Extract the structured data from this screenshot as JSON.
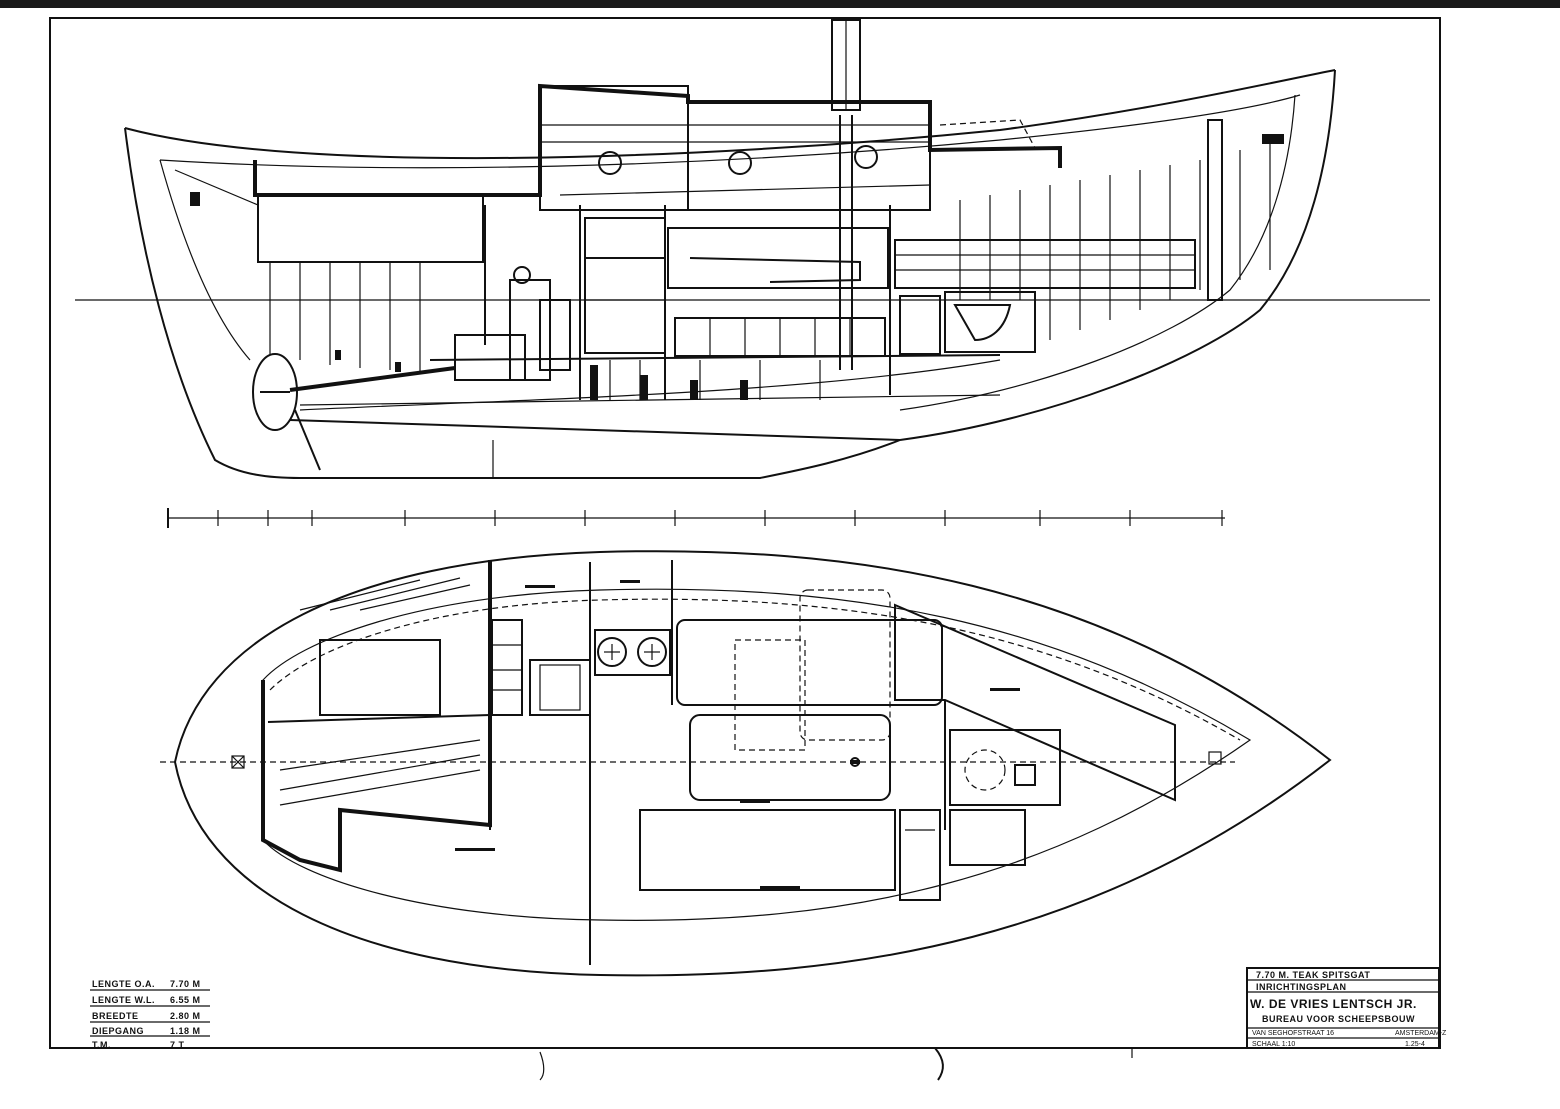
{
  "drawing": {
    "colors": {
      "ink": "#111111",
      "paper": "#ffffff",
      "frame": "#1a1a1a"
    }
  },
  "specs": [
    {
      "label": "LENGTE O.A.",
      "value": "7.70 M"
    },
    {
      "label": "LENGTE W.L.",
      "value": "6.55 M"
    },
    {
      "label": "BREEDTE",
      "value": "2.80 M"
    },
    {
      "label": "DIEPGANG",
      "value": "1.18 M"
    },
    {
      "label": "T.M.",
      "value": "7 T"
    }
  ],
  "title_block": {
    "vessel": "7.70 M. TEAK SPITSGAT",
    "plan_type": "INRICHTINGSPLAN",
    "designer": "W. DE VRIES LENTSCH JR.",
    "office": "BUREAU VOOR SCHEEPSBOUW",
    "address": "VAN SEGHOFSTRAAT 16",
    "city": "AMSTERDAM-Z",
    "scale": "SCHAAL 1:10",
    "drawing_number": "1.25-4"
  }
}
